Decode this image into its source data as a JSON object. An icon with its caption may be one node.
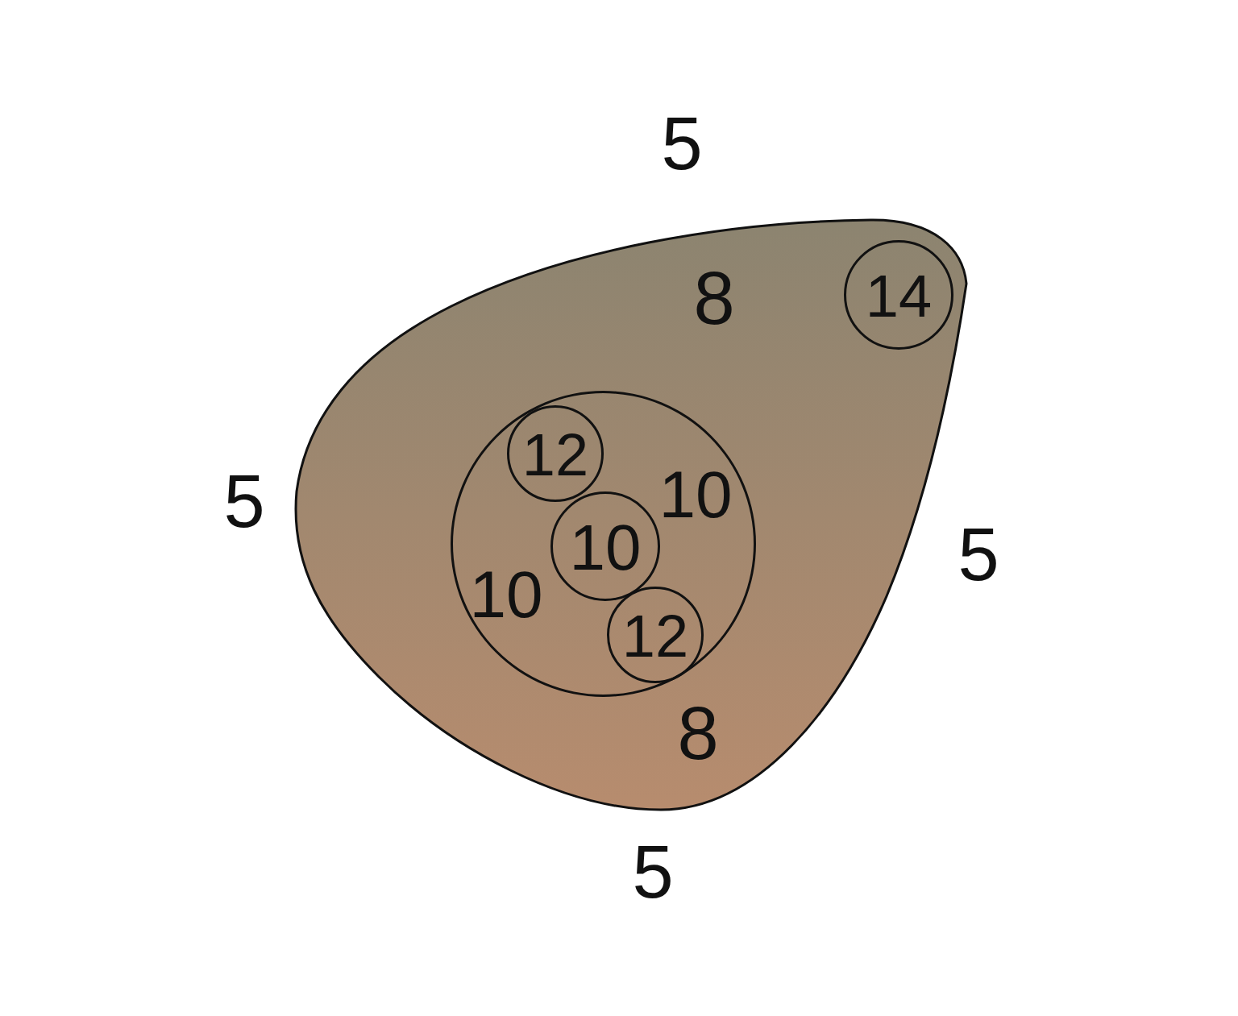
{
  "diagram": {
    "nodes": [
      {
        "text": [
          "8",
          "8"
        ]
      },
      {
        "text": [
          "14"
        ],
        "in": 0
      },
      {
        "text": [
          "10",
          "10"
        ],
        "in": 0
      },
      {
        "text": [
          "12"
        ],
        "in": 2
      },
      {
        "text": [
          "10"
        ],
        "in": 2
      },
      {
        "text": [
          "12"
        ],
        "in": 2
      }
    ],
    "labels": [
      "5",
      "5",
      "5",
      "5"
    ]
  }
}
